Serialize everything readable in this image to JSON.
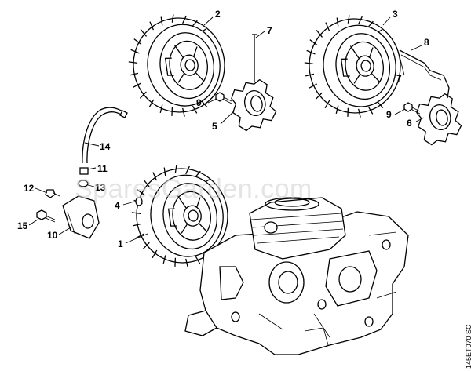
{
  "diagram": {
    "watermark": "SparesGarden.com",
    "reference_code": "145ET070 SC",
    "callouts": {
      "c1": "1",
      "c2": "2",
      "c3": "3",
      "c4": "4",
      "c5": "5",
      "c6": "6",
      "c7a": "7",
      "c7b": "7",
      "c8": "8",
      "c9a": "9",
      "c9b": "9",
      "c10": "10",
      "c11": "11",
      "c12": "12",
      "c13": "13",
      "c14": "14",
      "c15": "15"
    }
  }
}
